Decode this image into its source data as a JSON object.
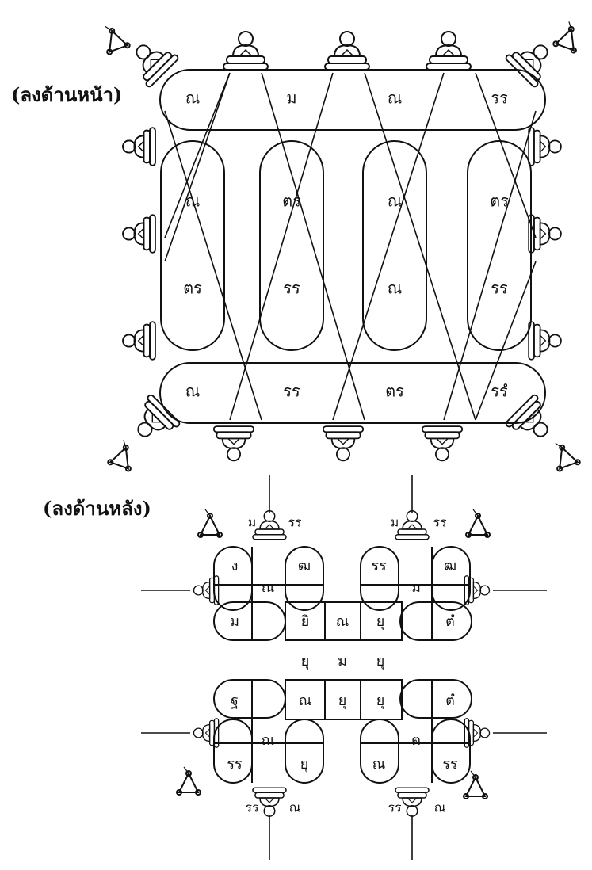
{
  "front": {
    "caption": "(ลงด้านหน้า)",
    "loops": [
      [
        "ณ",
        "ม",
        "ณ",
        "รร"
      ],
      [
        "ณ",
        "ตร",
        "ณ",
        "ตร"
      ],
      [
        "ตร",
        "รร",
        "ณ",
        "รร"
      ],
      [
        "ณ",
        "รร",
        "ตร",
        "รรํ"
      ]
    ]
  },
  "back": {
    "caption": "(ลงด้านหลัง)",
    "top_labels": [
      "ม",
      "รร",
      "ม",
      "รร"
    ],
    "center": [
      "ณ",
      "ยุ",
      "ม",
      "ยุ",
      "ยุ",
      "ณ"
    ],
    "tl": [
      "ง",
      "ฒ",
      "ณ",
      "ม"
    ],
    "tr": [
      "รร",
      "ฒ",
      "ม",
      "ตํ"
    ],
    "bl": [
      "ฐ",
      "ณ",
      "รร",
      "ยุ"
    ],
    "br": [
      "ตํ",
      "ต",
      "ณ",
      "รร"
    ],
    "inner": [
      "ยิ",
      "ณ",
      "ยุ",
      "ม",
      "ยุ"
    ],
    "side_labels": [
      "ณ",
      "ยุ",
      "ม",
      "รร"
    ]
  },
  "icons": [
    "seated-monk-icon",
    "triangle-amulet-icon"
  ]
}
